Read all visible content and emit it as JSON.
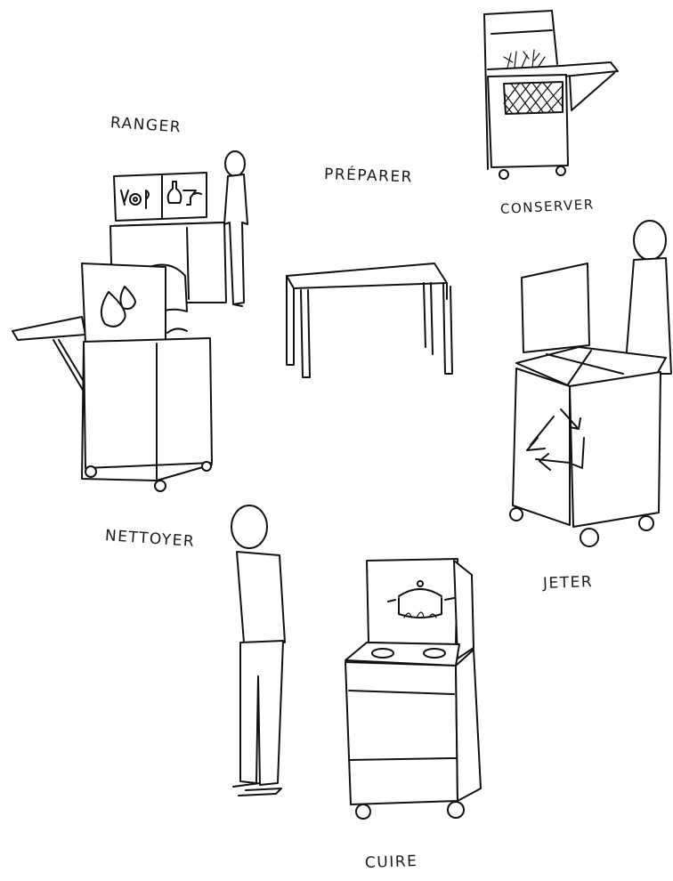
{
  "labels": {
    "ranger": "RANGER",
    "preparer": "PRÉPARER",
    "conserver": "CONSERVER",
    "nettoyer": "NETTOYER",
    "jeter": "JETER",
    "cuire": "CUIRE"
  }
}
